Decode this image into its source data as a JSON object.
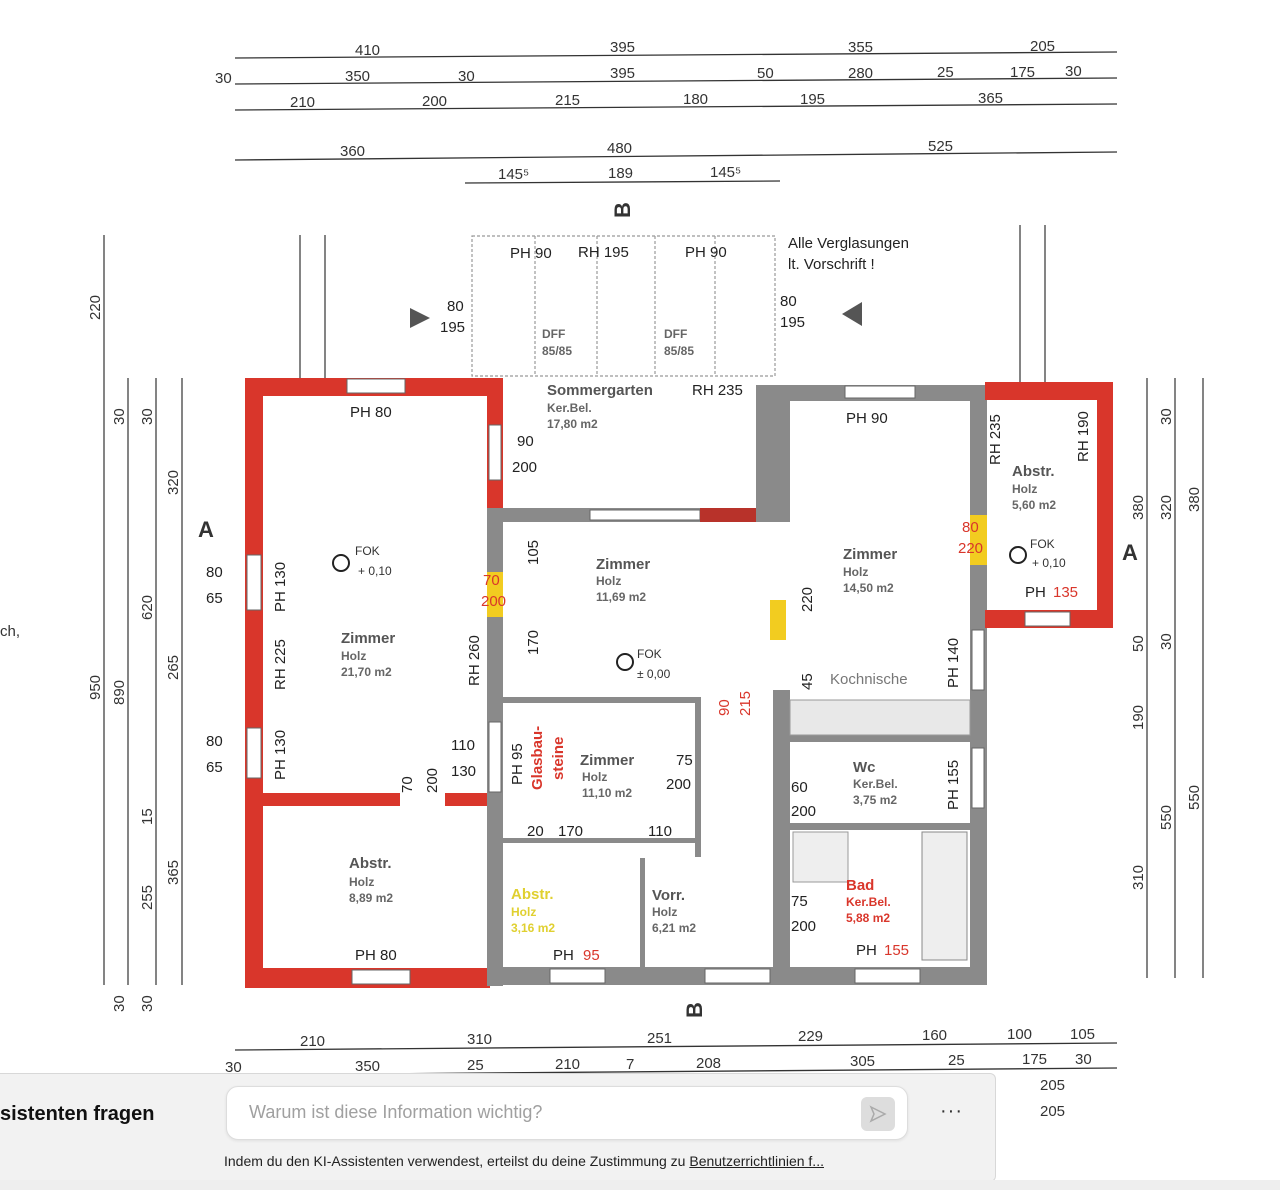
{
  "plan": {
    "top_dims": {
      "row1": [
        "410",
        "395",
        "355",
        "205"
      ],
      "row2": [
        "30",
        "350",
        "30",
        "395",
        "50",
        "280",
        "25",
        "175",
        "30"
      ],
      "row3": [
        "210",
        "200",
        "215",
        "180",
        "195",
        "365"
      ],
      "row4": [
        "360",
        "480",
        "525"
      ],
      "row5": [
        "145⁵",
        "189",
        "145⁵"
      ]
    },
    "bottom_dims": {
      "row1": [
        "210",
        "310",
        "251",
        "229",
        "160",
        "100",
        "105"
      ],
      "row2": [
        "30",
        "350",
        "25",
        "210",
        "7",
        "208",
        "305",
        "25",
        "175",
        "30"
      ],
      "row3": [
        "205",
        "205"
      ]
    },
    "section_marks": {
      "a": "A",
      "b": "B"
    },
    "note": [
      "Alle Verglasungen",
      "lt. Vorschrift !"
    ],
    "sommergarten": {
      "name": "Sommergarten",
      "floor": "Ker.Bel.",
      "area": "17,80 m2",
      "rh": "RH 235",
      "ph_left": "PH 90",
      "ph_right": "PH 90",
      "rh_mid": "RH 195",
      "dff_left": "DFF",
      "dff_left_size": "85/85",
      "dff_right": "DFF",
      "dff_right_size": "85/85",
      "door_left": [
        "80",
        "195"
      ],
      "door_right": [
        "80",
        "195"
      ]
    },
    "rooms": [
      {
        "name": "Zimmer",
        "floor": "Holz",
        "area": "21,70 m2"
      },
      {
        "name": "Abstr.",
        "floor": "Holz",
        "area": "8,89 m2"
      },
      {
        "name": "Zimmer",
        "floor": "Holz",
        "area": "11,69 m2"
      },
      {
        "name": "Zimmer",
        "floor": "Holz",
        "area": "11,10 m2"
      },
      {
        "name": "Abstr.",
        "floor": "Holz",
        "area": "3,16 m2"
      },
      {
        "name": "Vorr.",
        "floor": "Holz",
        "area": "6,21 m2"
      },
      {
        "name": "Zimmer",
        "floor": "Holz",
        "area": "14,50 m2"
      },
      {
        "name": "Abstr.",
        "floor": "Holz",
        "area": "5,60 m2"
      },
      {
        "name": "Wc",
        "floor": "Ker.Bel.",
        "area": "3,75 m2"
      },
      {
        "name": "Bad",
        "floor": "Ker.Bel.",
        "area": "5,88 m2"
      }
    ],
    "labels": {
      "ph80_top": "PH 80",
      "ph80_bottom": "PH 80",
      "ph130_a": "PH 130",
      "ph130_b": "PH 130",
      "rh225": "RH 225",
      "rh260": "RH 260",
      "ph95": "PH 95",
      "glasbau": "Glasbau-",
      "steine": "steine",
      "ph95_b": "PH",
      "ph95_b_num": "95",
      "ph90": "PH 90",
      "ph140": "PH 140",
      "rh235": "RH 235",
      "rh190": "RH 190",
      "ph135": "PH",
      "ph135_num": "135",
      "ph155": "PH",
      "ph155_num": "155",
      "ph155_wc": "PH 155",
      "kochnische": "Kochnische",
      "fok1": "FOK",
      "fok1_val": "+ 0,10",
      "fok2": "FOK",
      "fok2_val": "± 0,00",
      "fok3": "FOK",
      "fok3_val": "+ 0,10",
      "w90_200": [
        "90",
        "200"
      ],
      "w80_65a": [
        "80",
        "65"
      ],
      "w80_65b": [
        "80",
        "65"
      ],
      "w110_130": [
        "110",
        "130"
      ],
      "d70_200": [
        "70",
        "200"
      ],
      "d70_200b": [
        "70",
        "200"
      ],
      "d75_200a": [
        "75",
        "200"
      ],
      "d60_200": [
        "60",
        "200"
      ],
      "d75_200b": [
        "75",
        "200"
      ],
      "d80_220": [
        "80",
        "220"
      ],
      "d90_215": [
        "90",
        "215"
      ],
      "v105": "105",
      "v170": "170",
      "v220": "220",
      "v45": "45",
      "h20": "20",
      "h170": "170",
      "h110": "110"
    },
    "left_dims": [
      "220",
      "950",
      "890",
      "620",
      "265",
      "320",
      "365",
      "255",
      "15",
      "30",
      "30",
      "30",
      "30"
    ],
    "right_dims": [
      "380",
      "320",
      "380",
      "30",
      "50",
      "190",
      "550",
      "550",
      "310",
      "30"
    ]
  },
  "side_text": "ch,",
  "chat": {
    "title": "sistenten fragen",
    "placeholder": "Warum ist diese Information wichtig?",
    "more": "···",
    "consent_prefix": "Indem du den KI-Assistenten verwendest, erteilst du deine Zustimmung zu ",
    "consent_link": "Benutzerrichtlinien f..."
  },
  "colors": {
    "red_wall": "#d9362b",
    "grey_wall": "#8a8a8a",
    "yellow": "#e8cc20"
  }
}
